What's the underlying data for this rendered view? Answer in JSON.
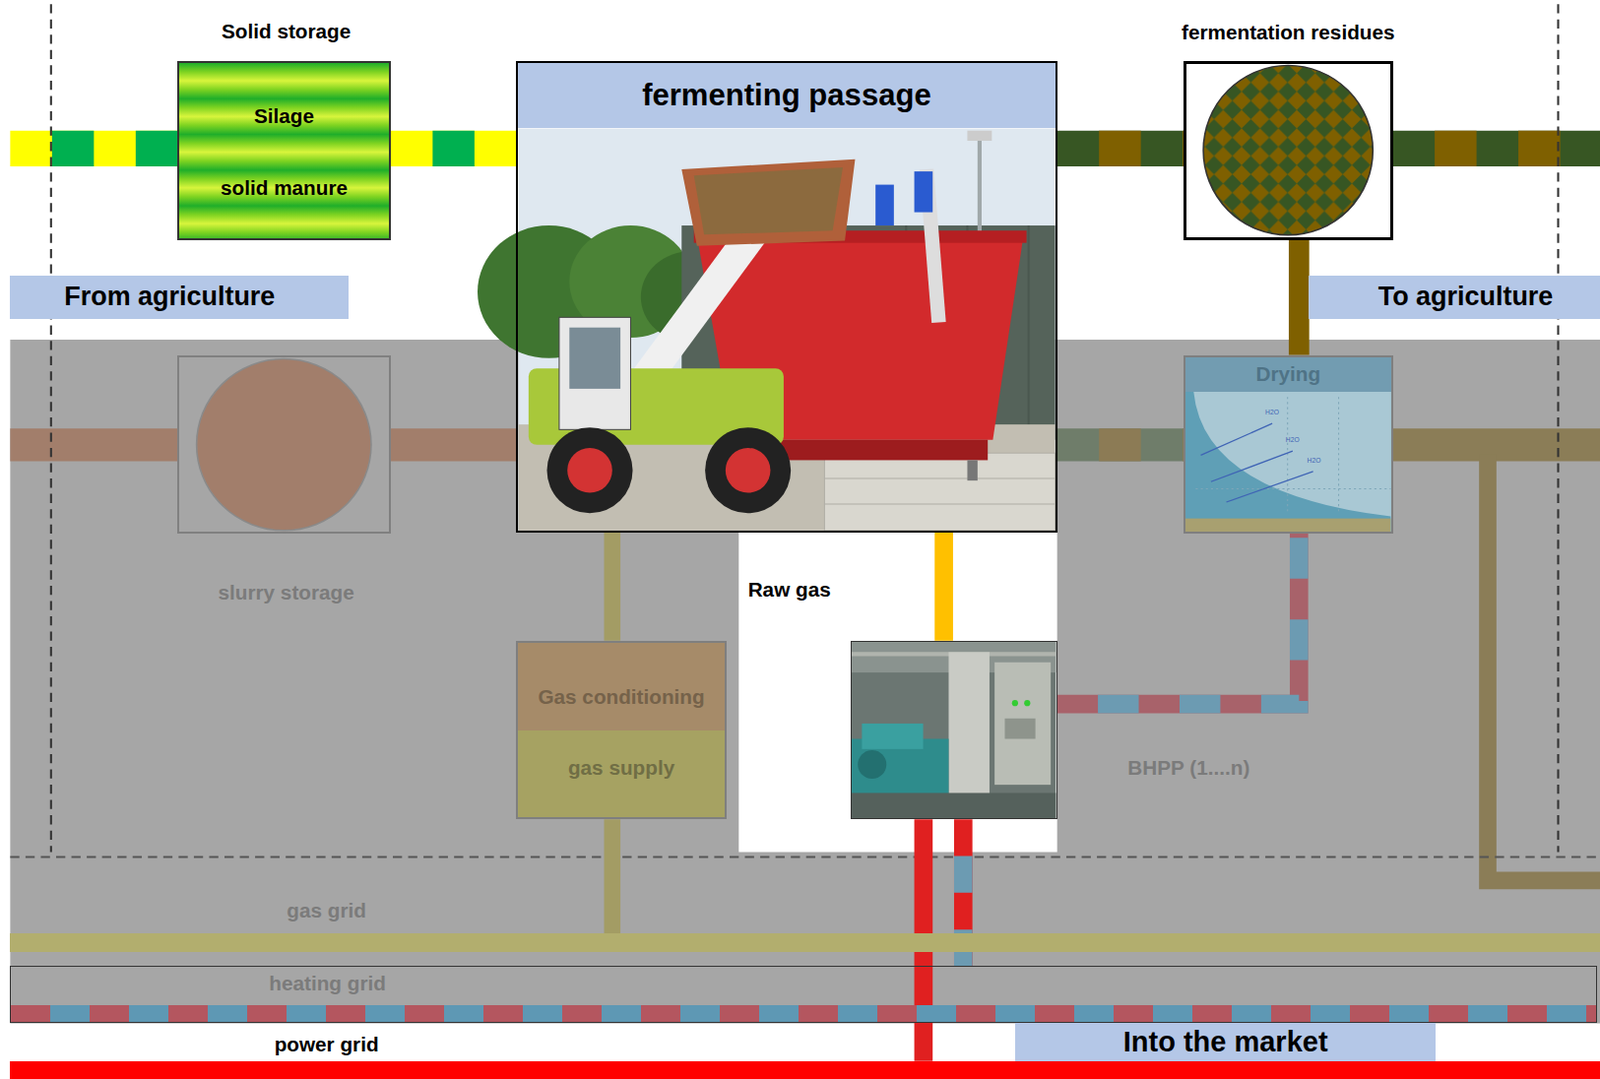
{
  "diagram": {
    "nodes": [
      {
        "text": [
          "Solid storage",
          "Silage",
          "solid manure"
        ]
      },
      {
        "text": [
          "fermenting passage"
        ]
      },
      {
        "text": [
          "fermentation residues"
        ]
      },
      {
        "text": [
          "From agriculture"
        ]
      },
      {
        "text": [
          "To agriculture"
        ]
      },
      {
        "text": [
          "slurry storage"
        ]
      },
      {
        "text": [
          "Drying"
        ]
      },
      {
        "text": [
          "Gas conditioning",
          "gas supply"
        ]
      },
      {
        "text": [
          "BHPP (1....n)"
        ]
      },
      {
        "text": [
          "gas grid"
        ]
      },
      {
        "text": [
          "heating grid"
        ]
      },
      {
        "text": [
          "power grid"
        ]
      },
      {
        "text": [
          "Into the market"
        ]
      }
    ],
    "edges": [
      {
        "from": 0,
        "to": 1,
        "arrow": "none"
      },
      {
        "from": 5,
        "to": 1,
        "arrow": "none"
      },
      {
        "from": 1,
        "to": 2,
        "arrow": "none"
      },
      {
        "from": 2,
        "to": 6,
        "arrow": "none"
      },
      {
        "from": 1,
        "to": 6,
        "arrow": "none"
      },
      {
        "from": 1,
        "to": 7,
        "arrow": "none"
      },
      {
        "from": 1,
        "to": 8,
        "arrow": "none"
      },
      {
        "from": 7,
        "to": 9,
        "arrow": "none"
      },
      {
        "from": 8,
        "to": 6,
        "arrow": "none"
      },
      {
        "from": 8,
        "to": 10,
        "arrow": "none"
      },
      {
        "from": 8,
        "to": 11,
        "arrow": "none"
      }
    ],
    "labels": [
      "Raw gas",
      "H2O",
      "H2O",
      "H2O"
    ]
  }
}
